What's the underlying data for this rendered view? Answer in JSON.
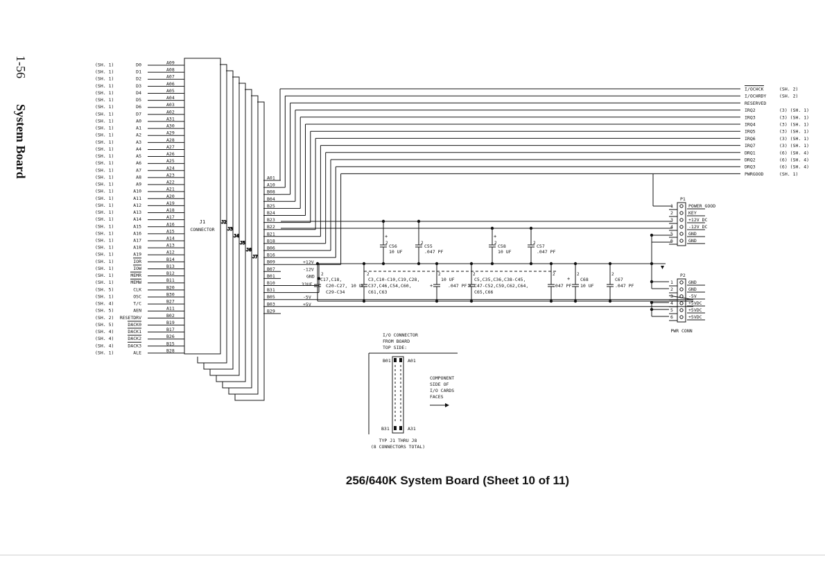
{
  "page": {
    "number": "1-56",
    "section": "System Board",
    "caption": "256/640K System Board (Sheet 10 of 11)"
  },
  "left_signals": [
    {
      "ref": "(SH. 1)",
      "name": "D0",
      "pin": "A09"
    },
    {
      "ref": "(SH. 1)",
      "name": "D1",
      "pin": "A08"
    },
    {
      "ref": "(SH. 1)",
      "name": "D2",
      "pin": "A07"
    },
    {
      "ref": "(SH. 1)",
      "name": "D3",
      "pin": "A06"
    },
    {
      "ref": "(SH. 1)",
      "name": "D4",
      "pin": "A05"
    },
    {
      "ref": "(SH. 1)",
      "name": "D5",
      "pin": "A04"
    },
    {
      "ref": "(SH. 1)",
      "name": "D6",
      "pin": "A03"
    },
    {
      "ref": "(SH. 1)",
      "name": "D7",
      "pin": "A02"
    },
    {
      "ref": "(SH. 1)",
      "name": "A0",
      "pin": "A31"
    },
    {
      "ref": "(SH. 1)",
      "name": "A1",
      "pin": "A30"
    },
    {
      "ref": "(SH. 1)",
      "name": "A2",
      "pin": "A29"
    },
    {
      "ref": "(SH. 1)",
      "name": "A3",
      "pin": "A28"
    },
    {
      "ref": "(SH. 1)",
      "name": "A4",
      "pin": "A27"
    },
    {
      "ref": "(SH. 1)",
      "name": "A5",
      "pin": "A26"
    },
    {
      "ref": "(SH. 1)",
      "name": "A6",
      "pin": "A25"
    },
    {
      "ref": "(SH. 1)",
      "name": "A7",
      "pin": "A24"
    },
    {
      "ref": "(SH. 1)",
      "name": "A8",
      "pin": "A23"
    },
    {
      "ref": "(SH. 1)",
      "name": "A9",
      "pin": "A22"
    },
    {
      "ref": "(SH. 1)",
      "name": "A10",
      "pin": "A21"
    },
    {
      "ref": "(SH. 1)",
      "name": "A11",
      "pin": "A20"
    },
    {
      "ref": "(SH. 1)",
      "name": "A12",
      "pin": "A19"
    },
    {
      "ref": "(SH. 1)",
      "name": "A13",
      "pin": "A18"
    },
    {
      "ref": "(SH. 1)",
      "name": "A14",
      "pin": "A17"
    },
    {
      "ref": "(SH. 1)",
      "name": "A15",
      "pin": "A16"
    },
    {
      "ref": "(SH. 1)",
      "name": "A16",
      "pin": "A15"
    },
    {
      "ref": "(SH. 1)",
      "name": "A17",
      "pin": "A14"
    },
    {
      "ref": "(SH. 1)",
      "name": "A18",
      "pin": "A13"
    },
    {
      "ref": "(SH. 1)",
      "name": "A19",
      "pin": "A12"
    },
    {
      "ref": "(SH. 1)",
      "name": "IOR",
      "pin": "B14",
      "bar": true
    },
    {
      "ref": "(SH. 1)",
      "name": "IOW",
      "pin": "B13",
      "bar": true
    },
    {
      "ref": "(SH. 1)",
      "name": "MEMR",
      "pin": "B12",
      "bar": true
    },
    {
      "ref": "(SH. 1)",
      "name": "MEMW",
      "pin": "B11",
      "bar": true
    },
    {
      "ref": "(SH. 5)",
      "name": "CLK",
      "pin": "B20"
    },
    {
      "ref": "(SH. 1)",
      "name": "OSC",
      "pin": "B30"
    },
    {
      "ref": "(SH. 4)",
      "name": "T/C",
      "pin": "B27"
    },
    {
      "ref": "(SH. 5)",
      "name": "AEN",
      "pin": "A11"
    },
    {
      "ref": "(SH. 2)",
      "name": "RESETDRV",
      "pin": "B02"
    },
    {
      "ref": "(SH. 5)",
      "name": "DACK0",
      "pin": "B19",
      "bar": true
    },
    {
      "ref": "(SH. 4)",
      "name": "DACK1",
      "pin": "B17",
      "bar": true
    },
    {
      "ref": "(SH. 4)",
      "name": "DACK2",
      "pin": "B26",
      "bar": true
    },
    {
      "ref": "(SH. 4)",
      "name": "DACK3",
      "pin": "B15",
      "bar": true
    },
    {
      "ref": "(SH. 1)",
      "name": "ALE",
      "pin": "B28"
    }
  ],
  "connector": {
    "label": "J1",
    "sublabel": "CONNECTOR",
    "stack_labels": [
      "J2",
      "J3",
      "J4",
      "J5",
      "J6",
      "J7"
    ]
  },
  "mid_pins": [
    "A01",
    "A10",
    "B08",
    "B04",
    "B25",
    "B24",
    "B23",
    "B22",
    "B21",
    "B18",
    "B06",
    "B16",
    "B09",
    "B07",
    "B01",
    "B10",
    "B31",
    "B05",
    "B03",
    "B29"
  ],
  "right_signals": [
    {
      "name": "I/OCHCK",
      "ref": "(SH. 2)",
      "bar": true
    },
    {
      "name": "I/OCHRDY",
      "ref": "(SH. 2)"
    },
    {
      "name": "RESERVED",
      "ref": ""
    },
    {
      "name": "IRQ2",
      "ref": "(3)  (SH. 1)"
    },
    {
      "name": "IRQ3",
      "ref": "(3)  (SH. 1)"
    },
    {
      "name": "IRQ4",
      "ref": "(3)  (SH. 1)"
    },
    {
      "name": "IRQ5",
      "ref": "(3)  (SH. 1)"
    },
    {
      "name": "IRQ6",
      "ref": "(3)  (SH. 1)"
    },
    {
      "name": "IRQ7",
      "ref": "(3)  (SH. 1)"
    },
    {
      "name": "DRQ1",
      "ref": "(6)  (SH. 4)"
    },
    {
      "name": "DRQ2",
      "ref": "(6)  (SH. 4)"
    },
    {
      "name": "DRQ3",
      "ref": "(6)  (SH. 4)"
    },
    {
      "name": "PWRGOOD",
      "ref": "(SH. 1)"
    }
  ],
  "rails": {
    "p12": "+12V",
    "m12": "-12V",
    "gnd": "GND",
    "m5": "-5V",
    "p5": "+5V"
  },
  "caps_top": [
    {
      "id": "C56",
      "val": "10 UF",
      "plus": "+",
      "num": "2"
    },
    {
      "id": "C55",
      "val": ".047 PF",
      "num": "2"
    },
    {
      "id": "C58",
      "val": "10 UF",
      "plus": "+",
      "num": "2"
    },
    {
      "id": "C57",
      "val": ".047 PF",
      "num": "2"
    }
  ],
  "caps_bottom": [
    {
      "line1": "C17,C18,",
      "line2": "C20-C27,",
      "line3": "C29-C34",
      "val": ".33UF",
      "num": "2"
    },
    {
      "line1": "C3,C10-C10,C19,C28,",
      "line2": "C37,C46,C54,C60,",
      "line3": "C61,C63",
      "val": "10 UF",
      "num": "2",
      "sep": "+"
    },
    {
      "line1": "10 UF",
      "line2": ".047 PF",
      "num": "2",
      "sep": "+"
    },
    {
      "line1": "C5,C35,C36,C38-C45,",
      "line2": "C47-C52,C59,C62,C64,",
      "line3": "C65,C66",
      "num": "2"
    },
    {
      "line1": ".047 PF",
      "num": "2"
    },
    {
      "id": "C68",
      "val": "10 UF",
      "num": "2",
      "plus": "+"
    },
    {
      "id": "C67",
      "val": ".047 PF",
      "num": "2"
    }
  ],
  "p1": {
    "label": "P1",
    "pins": [
      {
        "n": "1",
        "name": "POWER GOOD"
      },
      {
        "n": "2",
        "name": "KEY"
      },
      {
        "n": "3",
        "name": "+12V DC"
      },
      {
        "n": "4",
        "name": "-12V DC"
      },
      {
        "n": "5",
        "name": "GND"
      },
      {
        "n": "6",
        "name": "GND"
      }
    ]
  },
  "p2": {
    "label": "P2",
    "footer": "PWR CONN",
    "pins": [
      {
        "n": "1",
        "name": "GND"
      },
      {
        "n": "2",
        "name": "GND"
      },
      {
        "n": "3",
        "name": "-5V"
      },
      {
        "n": "4",
        "name": "+5VDC"
      },
      {
        "n": "5",
        "name": "+5VDC"
      },
      {
        "n": "6",
        "name": "+5VDC"
      }
    ]
  },
  "io_inset": {
    "title1": "I/O CONNECTOR",
    "title2": "FROM BOARD",
    "title3": "TOP SIDE:",
    "top_left": "B01",
    "top_right": "A01",
    "bottom_left": "B31",
    "bottom_right": "A31",
    "side1": "COMPONENT",
    "side2": "SIDE OF",
    "side3": "I/O CARDS",
    "side4": "FACES",
    "foot1": "TYP J1 THRU J8",
    "foot2": "(8 CONNECTORS TOTAL)"
  }
}
